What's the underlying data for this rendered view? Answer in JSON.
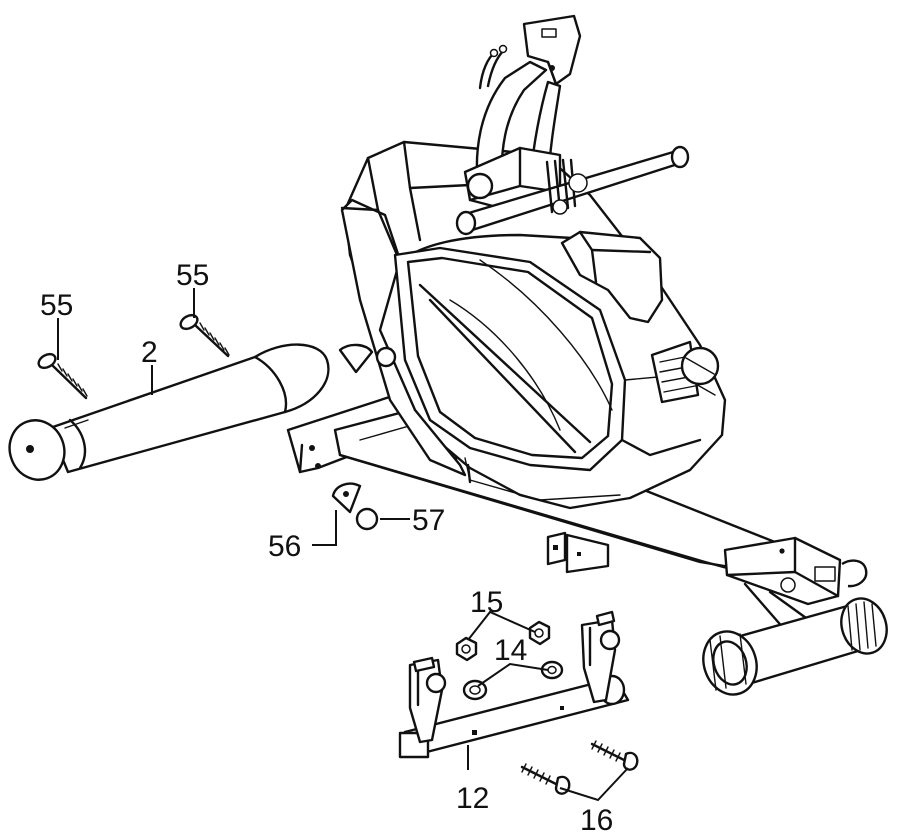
{
  "labels": {
    "p55a": "55",
    "p55b": "55",
    "p2": "2",
    "p56": "56",
    "p57": "57",
    "p15": "15",
    "p14": "14",
    "p12": "12",
    "p16": "16"
  }
}
